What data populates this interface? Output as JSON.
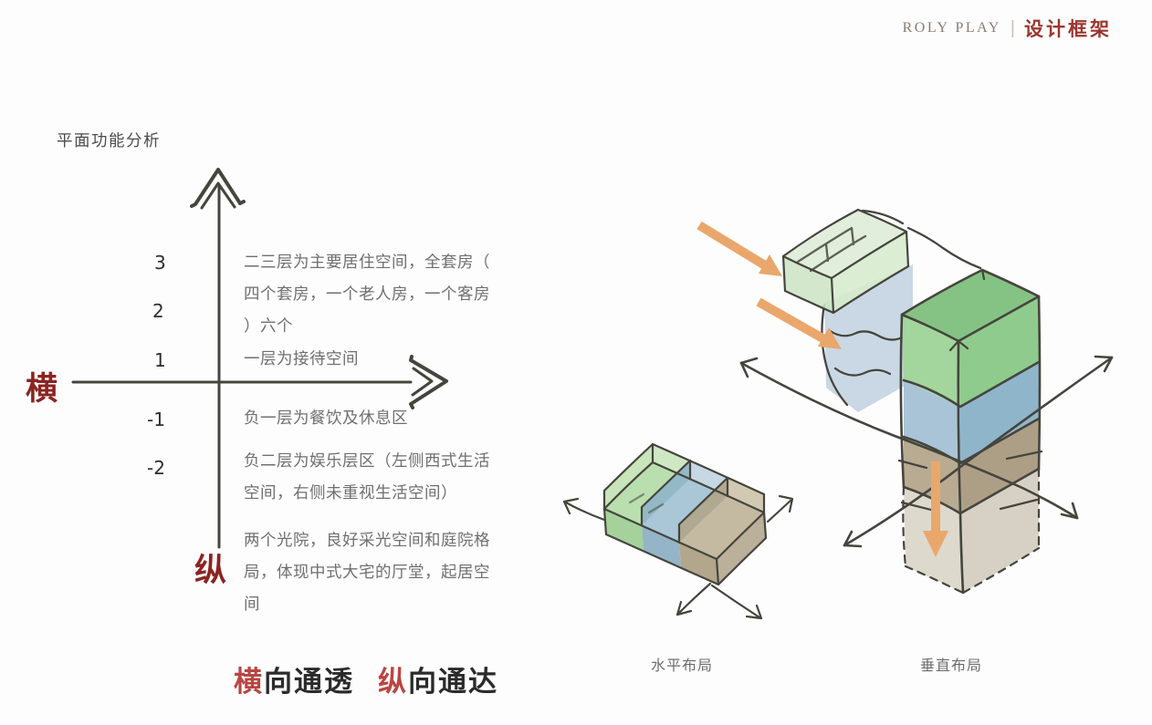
{
  "header": {
    "brand": "ROLY PLAY",
    "divider": "|",
    "section": "设计框架"
  },
  "analysis": {
    "title": "平面功能分析",
    "axis_horizontal_label": "横",
    "axis_vertical_label": "纵",
    "ticks": [
      "3",
      "2",
      "1",
      "-1",
      "-2"
    ],
    "notes": {
      "upper_floors": "二三层为主要居住空间，全套房（\n四个套房，一个老人房，一个客房\n）六个",
      "level_1": "一层为接待空间",
      "minus_1": "负一层为餐饮及休息区",
      "minus_2": "负二层为娱乐层区（左侧西式生活\n空间，右侧未重视生活空间）",
      "vertical": "两个光院，良好采光空间和庭院格\n局，体现中式大宅的厅堂，起居空\n间"
    },
    "slogan": {
      "part1_red": "横",
      "part1_rest": "向通透",
      "part2_red": "纵",
      "part2_rest": "向通达"
    }
  },
  "sketches": {
    "left_label": "水平布局",
    "right_label": "垂直布局"
  },
  "palette": {
    "ink": "#45453d",
    "orange": "#e9a76c",
    "red_dark": "#8c2422",
    "red_bright": "#bb4542",
    "header_red": "#9a362e",
    "header_brand": "#8a7c73",
    "text_gray": "#6f6f6f",
    "pale_blue": "#c3d4e1",
    "pg_top": "#dcecd6",
    "pg_left": "#cde4c5",
    "pg_right": "#d6eacc",
    "g_top": "#85c384",
    "g_left": "#a3d69c",
    "g_right": "#8fcb8d",
    "b_left": "#a9c4d6",
    "b_right": "#8fb5cb",
    "t_left": "#b9ab92",
    "t_right": "#ad9f86",
    "be_left": "#d6cfc1",
    "be_right": "#cdc5b6",
    "ls_g_top": "#b9dfae",
    "ls_b_top": "#aac7d7",
    "ls_t_top": "#c4b9a1",
    "ls_g_front": "#a5d19b",
    "ls_b_front": "#94b4c8",
    "ls_t_front": "#b2a68c",
    "ls_end": "#bbb09a",
    "ls_wall_b": "#8fb4c8",
    "ls_wall_t": "#b1a58b",
    "ls_rim_left": "#c8e5bc",
    "ls_rim_g": "#cfe8c4",
    "ls_rim_b": "#c5d8e3",
    "ls_rim_t": "#d2c9b3"
  }
}
